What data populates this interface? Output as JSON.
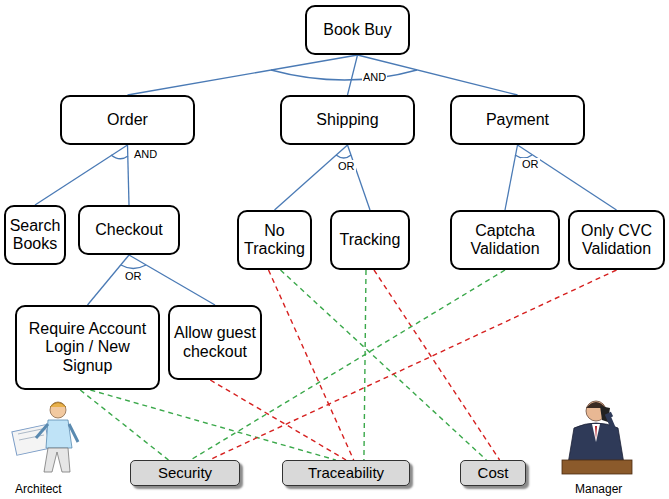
{
  "diagram": {
    "nodes": [
      {
        "text": [
          "Book Buy"
        ]
      },
      {
        "text": [
          "Order"
        ]
      },
      {
        "text": [
          "Shipping"
        ]
      },
      {
        "text": [
          "Payment"
        ]
      },
      {
        "text": [
          "Search Books"
        ]
      },
      {
        "text": [
          "Checkout"
        ]
      },
      {
        "text": [
          "No Tracking"
        ]
      },
      {
        "text": [
          "Tracking"
        ]
      },
      {
        "text": [
          "Captcha Validation"
        ]
      },
      {
        "text": [
          "Only CVC Validation"
        ]
      },
      {
        "text": [
          "Require Account Login / New Signup"
        ]
      },
      {
        "text": [
          "Allow guest checkout"
        ]
      },
      {
        "text": [
          "Security"
        ]
      },
      {
        "text": [
          "Traceability"
        ]
      },
      {
        "text": [
          "Cost"
        ]
      }
    ],
    "edges": [
      {
        "from": 0,
        "to": 1,
        "arrow": "none"
      },
      {
        "from": 0,
        "to": 2,
        "arrow": "none"
      },
      {
        "from": 0,
        "to": 3,
        "arrow": "none"
      },
      {
        "from": 1,
        "to": 4,
        "arrow": "none"
      },
      {
        "from": 1,
        "to": 5,
        "arrow": "none"
      },
      {
        "from": 2,
        "to": 6,
        "arrow": "none"
      },
      {
        "from": 2,
        "to": 7,
        "arrow": "none"
      },
      {
        "from": 3,
        "to": 8,
        "arrow": "none"
      },
      {
        "from": 3,
        "to": 9,
        "arrow": "none"
      },
      {
        "from": 5,
        "to": 10,
        "arrow": "none"
      },
      {
        "from": 5,
        "to": 11,
        "arrow": "none"
      },
      {
        "from": 10,
        "to": 12,
        "arrow": "none"
      },
      {
        "from": 10,
        "to": 13,
        "arrow": "none"
      },
      {
        "from": 11,
        "to": 13,
        "arrow": "none"
      },
      {
        "from": 6,
        "to": 13,
        "arrow": "none"
      },
      {
        "from": 6,
        "to": 14,
        "arrow": "none"
      },
      {
        "from": 7,
        "to": 13,
        "arrow": "none"
      },
      {
        "from": 7,
        "to": 14,
        "arrow": "none"
      },
      {
        "from": 8,
        "to": 12,
        "arrow": "none"
      },
      {
        "from": 9,
        "to": 12,
        "arrow": "none"
      }
    ],
    "labels": [
      "AND",
      "AND",
      "OR",
      "OR",
      "OR",
      "Architect",
      "Manager"
    ]
  }
}
